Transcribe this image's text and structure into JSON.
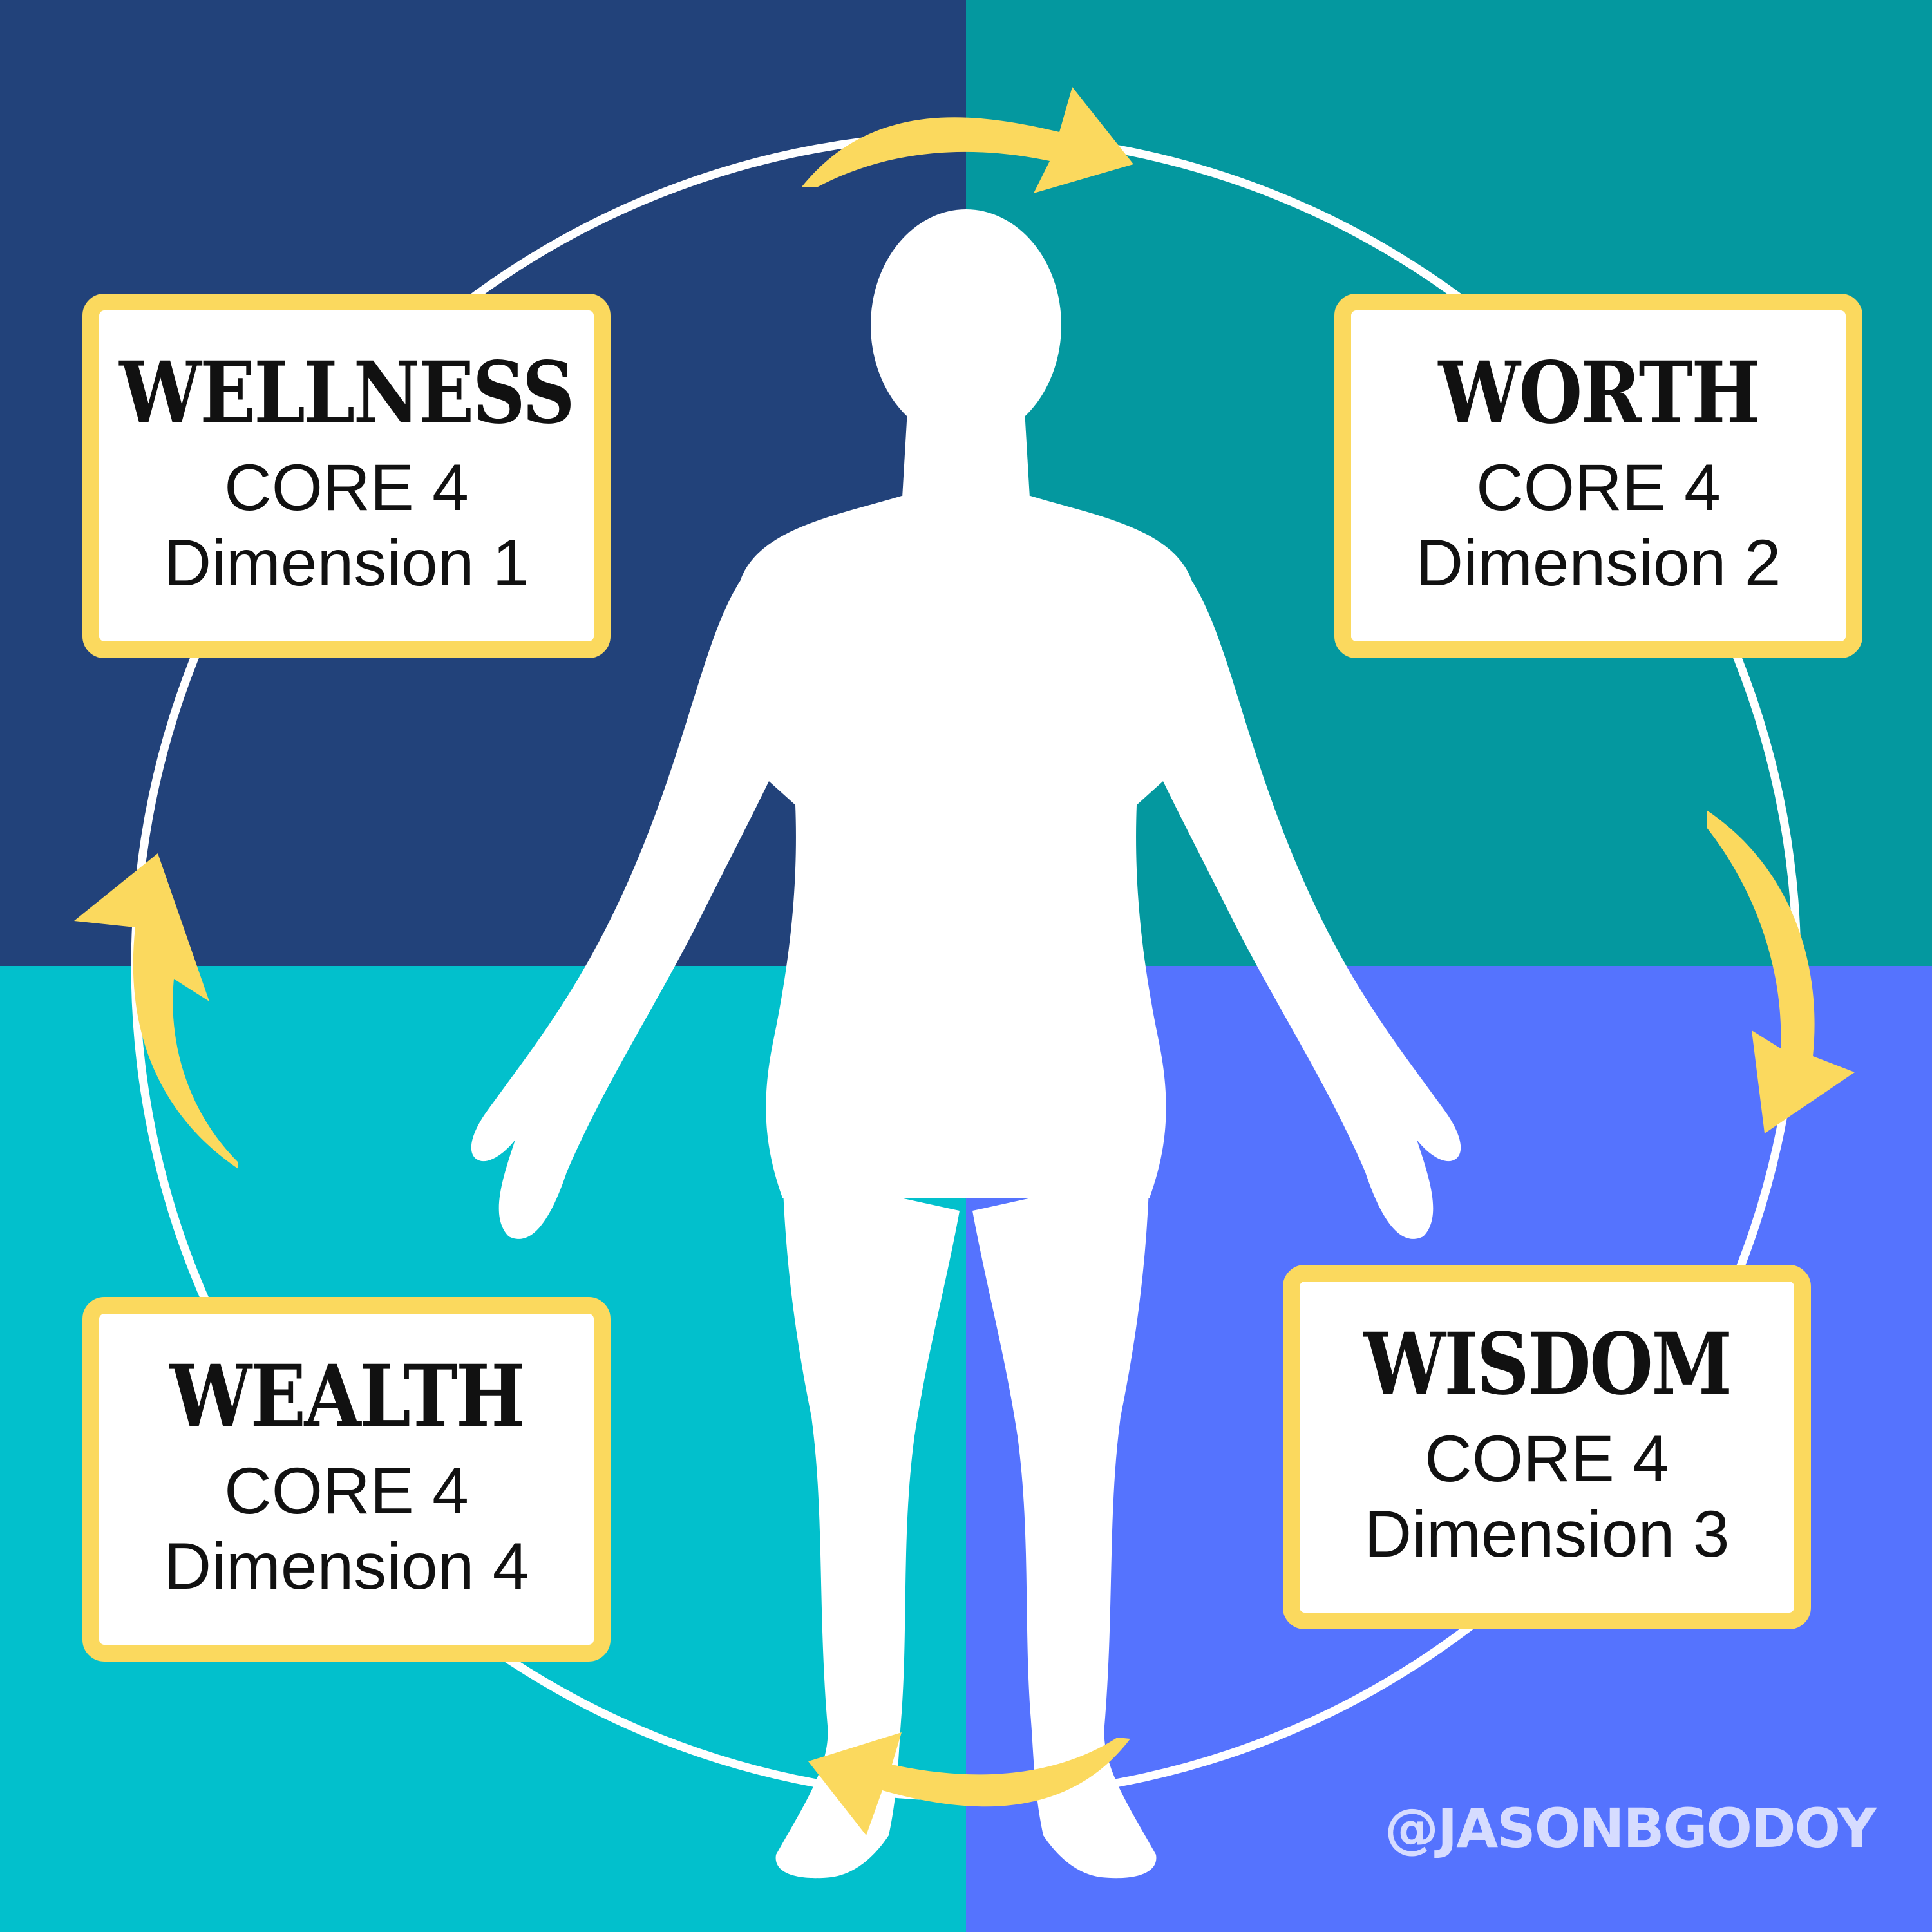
{
  "colors": {
    "top_left": "#22427a",
    "top_right": "#04989f",
    "bottom_left": "#02c0cc",
    "bottom_right": "#5573fe",
    "accent": "#fbd95e",
    "ring": "#ffffff",
    "figure": "#ffffff"
  },
  "figure_icon": "human-silhouette-icon",
  "arrow_icon": "curved-arrow-icon",
  "cards": {
    "wellness": {
      "title": "WELLNESS",
      "line1": "CORE 4",
      "line2": "Dimension 1"
    },
    "worth": {
      "title": "WORTH",
      "line1": "CORE 4",
      "line2": "Dimension 2"
    },
    "wisdom": {
      "title": "WISDOM",
      "line1": "CORE 4",
      "line2": "Dimension 3"
    },
    "wealth": {
      "title": "WEALTH",
      "line1": "CORE 4",
      "line2": "Dimension 4"
    }
  },
  "handle": "@JASONBGODOY"
}
